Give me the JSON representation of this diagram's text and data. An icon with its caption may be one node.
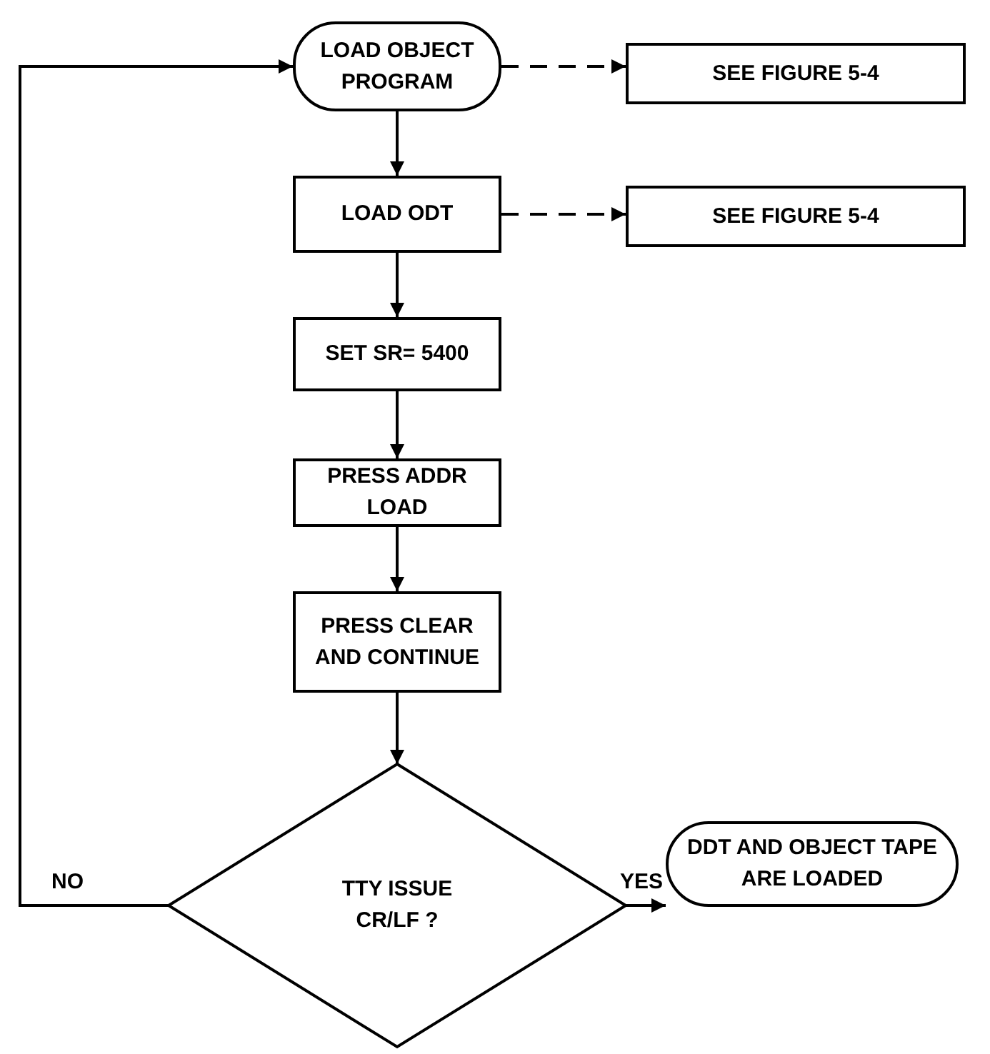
{
  "diagram": {
    "nodes": [
      {
        "text": [
          "LOAD OBJECT PROGRAM"
        ]
      },
      {
        "text": [
          "SEE FIGURE 5-4"
        ]
      },
      {
        "text": [
          "LOAD ODT"
        ]
      },
      {
        "text": [
          "SEE FIGURE 5-4"
        ]
      },
      {
        "text": [
          "SET SR= 5400"
        ]
      },
      {
        "text": [
          "PRESS ADDR LOAD"
        ]
      },
      {
        "text": [
          "PRESS CLEAR AND CONTINUE"
        ]
      },
      {
        "text": [
          "TTY ISSUE CR/LF ?"
        ]
      },
      {
        "text": [
          "DDT AND OBJECT TAPE ARE LOADED"
        ]
      }
    ],
    "edges": [
      {
        "from": 0,
        "to": 1,
        "arrow": "to",
        "style": "dashed"
      },
      {
        "from": 0,
        "to": 2,
        "arrow": "to"
      },
      {
        "from": 2,
        "to": 3,
        "arrow": "to",
        "style": "dashed"
      },
      {
        "from": 2,
        "to": 4,
        "arrow": "to"
      },
      {
        "from": 4,
        "to": 5,
        "arrow": "to"
      },
      {
        "from": 5,
        "to": 6,
        "arrow": "to"
      },
      {
        "from": 6,
        "to": 7,
        "arrow": "to"
      },
      {
        "from": 7,
        "to": 8,
        "arrow": "to",
        "label": "YES"
      },
      {
        "from": 7,
        "to": 0,
        "arrow": "to",
        "label": "NO"
      }
    ]
  }
}
